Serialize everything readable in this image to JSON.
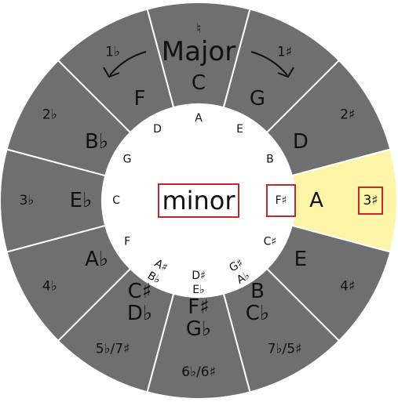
{
  "colors": {
    "segment": "#6f6f6f",
    "highlight": "#fff5a8",
    "inner": "#ffffff",
    "box": "#c0282c"
  },
  "center_label": "minor",
  "major_label": "Major",
  "highlighted_segment": "A",
  "segments": [
    {
      "id": "C",
      "major": [
        "C"
      ],
      "accidental": "♮",
      "minor": [
        "A"
      ]
    },
    {
      "id": "G",
      "major": [
        "G"
      ],
      "accidental": "1♯",
      "minor": [
        "E"
      ]
    },
    {
      "id": "D",
      "major": [
        "D"
      ],
      "accidental": "2♯",
      "minor": [
        "B"
      ]
    },
    {
      "id": "A",
      "major": [
        "A"
      ],
      "accidental": "3♯",
      "minor": [
        "F♯"
      ]
    },
    {
      "id": "E",
      "major": [
        "E"
      ],
      "accidental": "4♯",
      "minor": [
        "C♯"
      ]
    },
    {
      "id": "B",
      "major": [
        "B",
        "C♭"
      ],
      "accidental": "7♭/5♯",
      "minor": [
        "G♯",
        "A♭"
      ]
    },
    {
      "id": "F#",
      "major": [
        "F♯",
        "G♭"
      ],
      "accidental": "6♭/6♯",
      "minor": [
        "D♯",
        "E♭"
      ]
    },
    {
      "id": "C#",
      "major": [
        "C♯",
        "D♭"
      ],
      "accidental": "5♭/7♯",
      "minor": [
        "A♯",
        "B♭"
      ]
    },
    {
      "id": "Ab",
      "major": [
        "A♭"
      ],
      "accidental": "4♭",
      "minor": [
        "F"
      ]
    },
    {
      "id": "Eb",
      "major": [
        "E♭"
      ],
      "accidental": "3♭",
      "minor": [
        "C"
      ]
    },
    {
      "id": "Bb",
      "major": [
        "B♭"
      ],
      "accidental": "2♭",
      "minor": [
        "G"
      ]
    },
    {
      "id": "F",
      "major": [
        "F"
      ],
      "accidental": "1♭",
      "minor": [
        "D"
      ]
    }
  ]
}
